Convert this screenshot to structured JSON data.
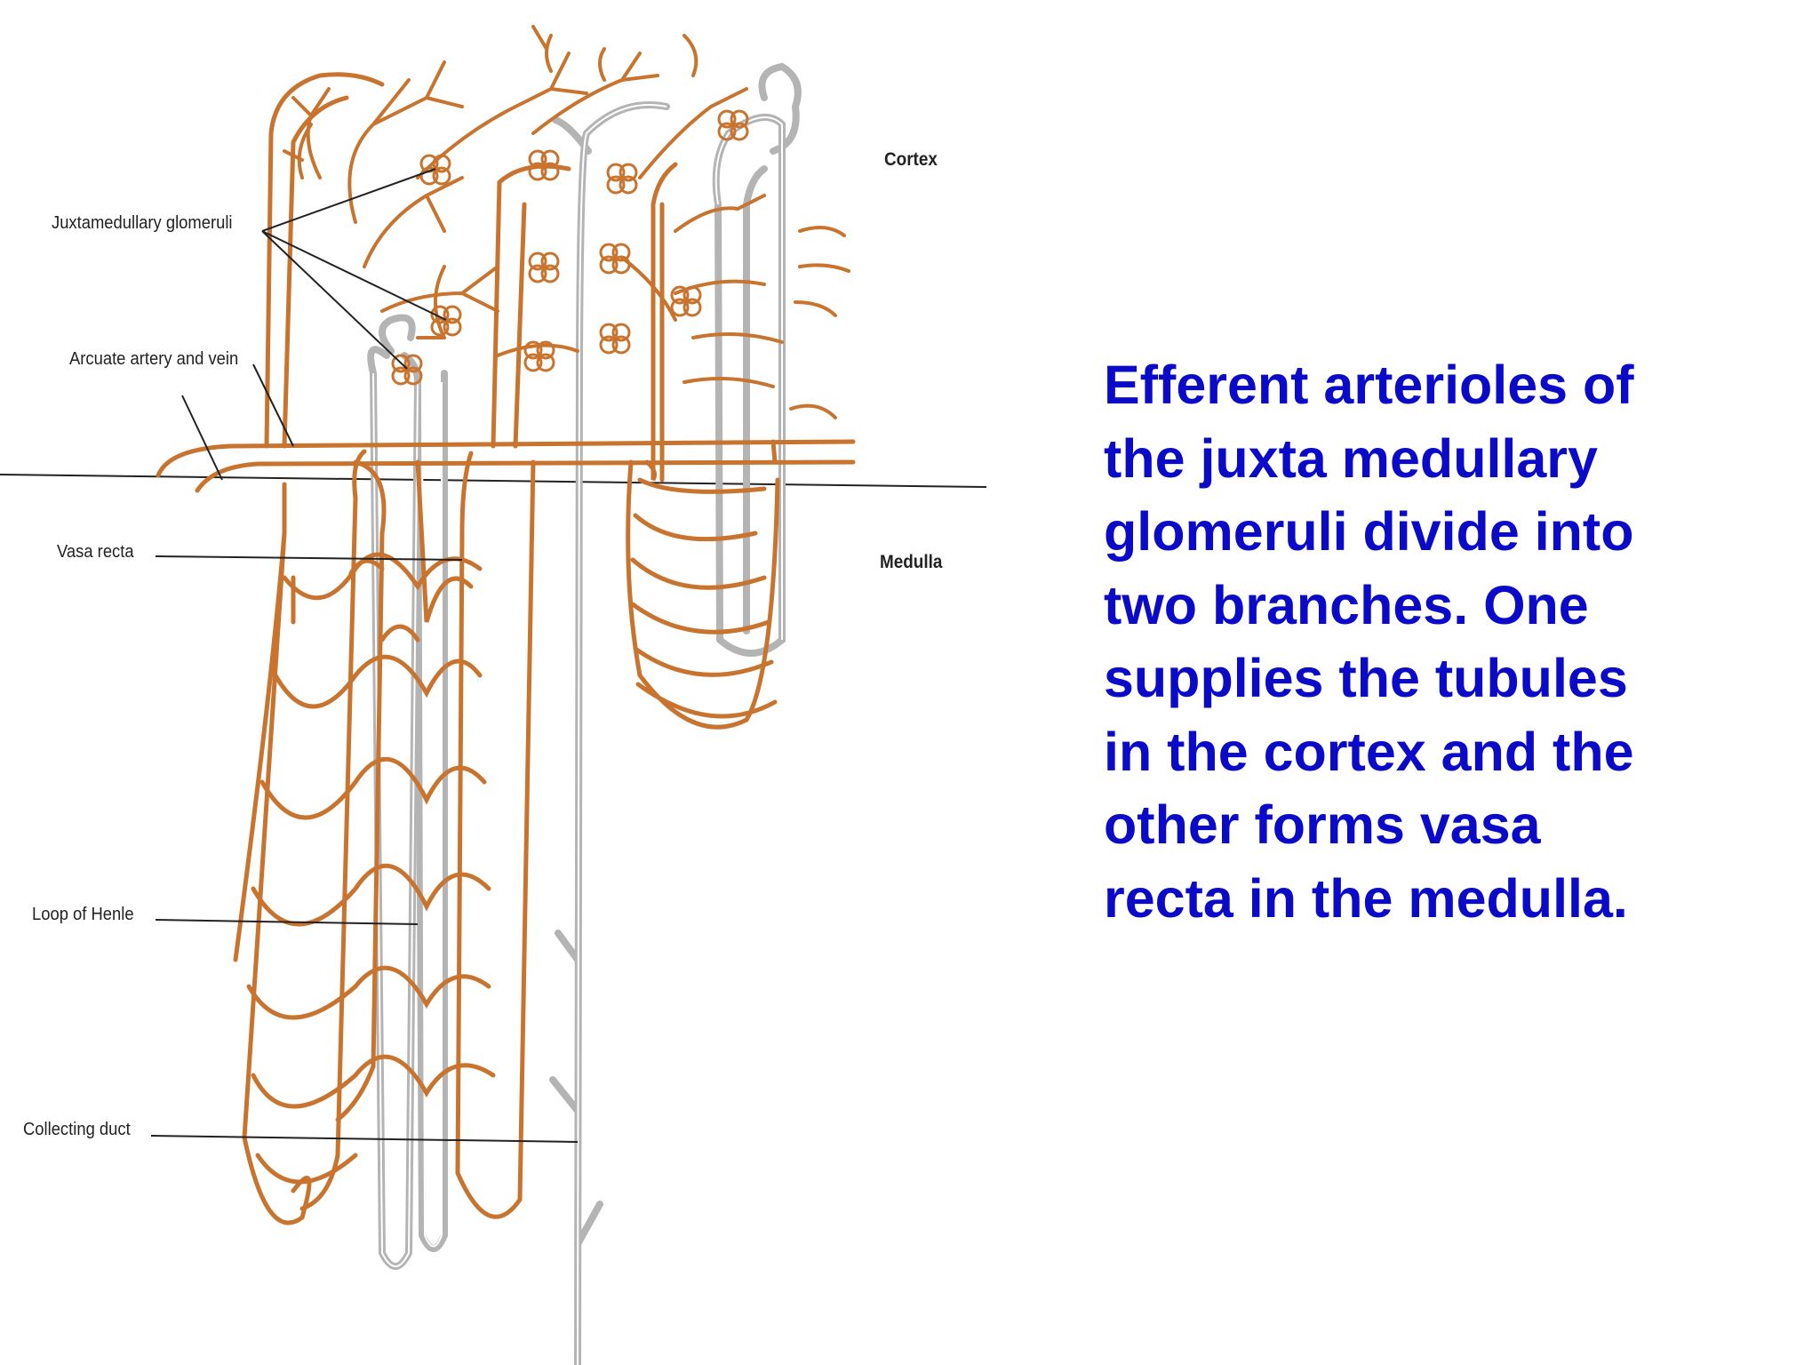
{
  "labels": {
    "juxtamedullary": "Juxtamedullary glomeruli",
    "arcuate": "Arcuate artery and vein",
    "vasa_recta": "Vasa recta",
    "loop_of_henle": "Loop of Henle",
    "collecting_duct": "Collecting duct",
    "cortex": "Cortex",
    "medulla": "Medulla"
  },
  "caption_lines": [
    "Efferent arterioles of",
    "the juxta medullary",
    "glomeruli divide into",
    "two branches. One",
    "supplies the tubules",
    "in the cortex and the",
    "other forms  vasa",
    "recta in the medulla."
  ],
  "colors": {
    "vessel": "#c8732e",
    "tubule": "#b4b4b4",
    "caption": "#0a0ac8",
    "label": "#222222"
  }
}
